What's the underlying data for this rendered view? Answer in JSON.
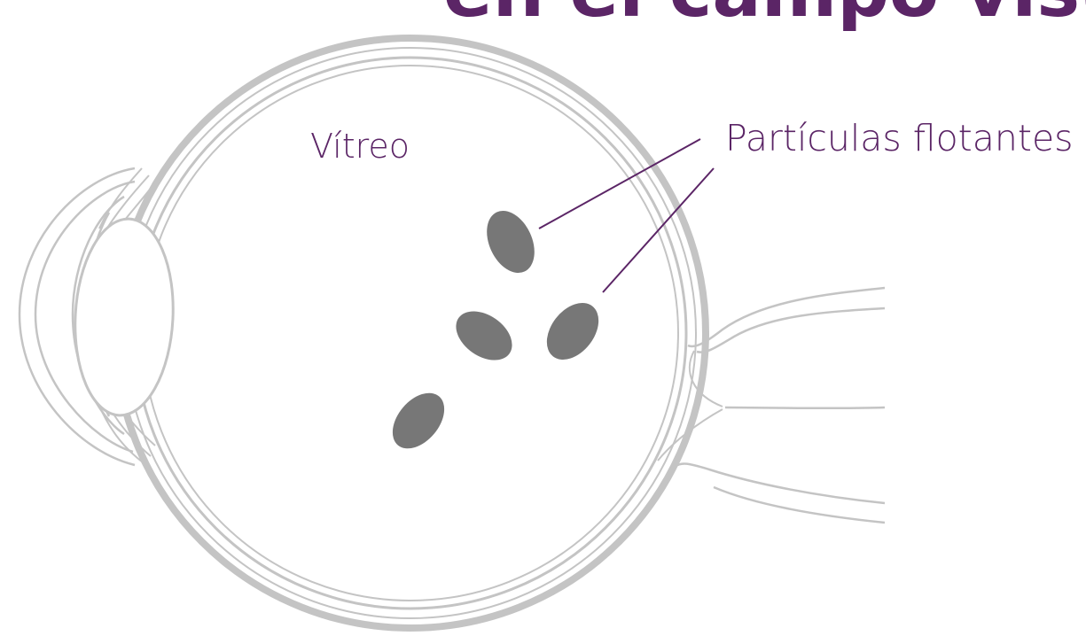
{
  "title_fragment": "en el campo visual",
  "labels": {
    "vitreous": "Vítreo",
    "floaters": "Partículas flotantes"
  },
  "colors": {
    "purple": "#5b2566",
    "eye_outline": "#c4c4c4",
    "floater_fill": "#777777",
    "background": "#ffffff"
  },
  "floater_count": 4
}
